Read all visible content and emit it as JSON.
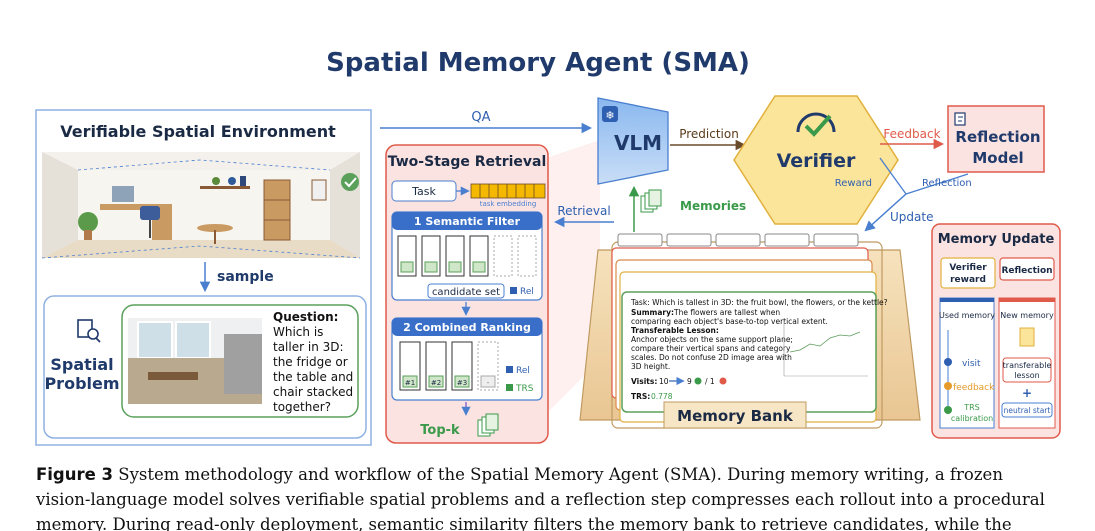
{
  "title": "Spatial Memory Agent (SMA)",
  "env": {
    "title": "Verifiable Spatial Environment",
    "sample": "sample",
    "problem_label_1": "Spatial",
    "problem_label_2": "Problem",
    "question_head": "Question:",
    "question_lines": [
      "Which is",
      "taller in 3D:",
      "the fridge or",
      "the table and",
      "chair stacked",
      "together?"
    ]
  },
  "arrows": {
    "qa": "QA",
    "prediction": "Prediction",
    "feedback": "Feedback",
    "reward": "Reward",
    "reflection": "Reflection",
    "update": "Update",
    "retrieval": "Retrieval",
    "memories": "Memories"
  },
  "vlm": {
    "label": "VLM",
    "icon": "snowflake-icon"
  },
  "verifier": {
    "label": "Verifier",
    "icon": "gauge-check-icon"
  },
  "reflection_model": {
    "line1": "Reflection",
    "line2": "Model",
    "icon": "document-pen-icon"
  },
  "retrieval": {
    "title": "Two-Stage Retrieval",
    "task": "Task",
    "task_embedding": "task embedding",
    "semantic_filter": "1  Semantic Filter",
    "candidate_set": "candidate set",
    "rel": "Rel",
    "combined_ranking": "2  Combined Ranking",
    "trs": "TRS",
    "ranks": [
      "#1",
      "#2",
      "#3",
      "-"
    ],
    "topk": "Top-k"
  },
  "memory_bank": {
    "label": "Memory Bank",
    "card": {
      "task": "Task: Which is tallest in 3D: the fruit bowl, the flowers, or the kettle?",
      "summary_head": "Summary:",
      "summary_1": "The flowers are tallest when",
      "summary_2": "comparing each object's base-to-top vertical extent.",
      "lesson_head": "Transferable Lesson:",
      "lesson_1": "Anchor objects on the same support plane;",
      "lesson_2": "compare  their vertical spans and category",
      "lesson_3": "scales. Do not confuse 2D image area with",
      "lesson_4": "3D height.",
      "visits_label": "Visits:",
      "visits_from": "10",
      "visits_to": "9",
      "visits_fail": "/ 1",
      "trs_label": "TRS:",
      "trs_value": "0.778"
    }
  },
  "memory_update": {
    "title": "Memory Update",
    "verifier_reward_1": "Verifier",
    "verifier_reward_2": "reward",
    "reflection": "Reflection",
    "used_memory": "Used memory",
    "new_memory": "New memory",
    "visit": "visit",
    "feedback": "feedback",
    "trs_1": "TRS",
    "trs_2": "calibration",
    "lesson_1": "transferable",
    "lesson_2": "lesson",
    "plus": "+",
    "neutral_start": "neutral start"
  },
  "caption": {
    "label": "Figure 3",
    "line1": "System methodology and workflow of the Spatial Memory Agent (SMA). During memory writing, a frozen",
    "line2": "vision-language model solves verifiable spatial problems and a reflection step compresses each rollout into a procedural",
    "line3": "memory. During read-only deployment, semantic similarity filters the memory bank to retrieve candidates, while the"
  },
  "colors": {
    "navy": "#1f3a6b",
    "blue": "#4a7fd0",
    "verifier_fill": "#fbe59a",
    "verifier_stroke": "#e2b03c",
    "red": "#e05a4a",
    "pink_fill": "#fbe3e1",
    "green": "#3a9a4a",
    "box_wood": "#f2d7a9"
  }
}
